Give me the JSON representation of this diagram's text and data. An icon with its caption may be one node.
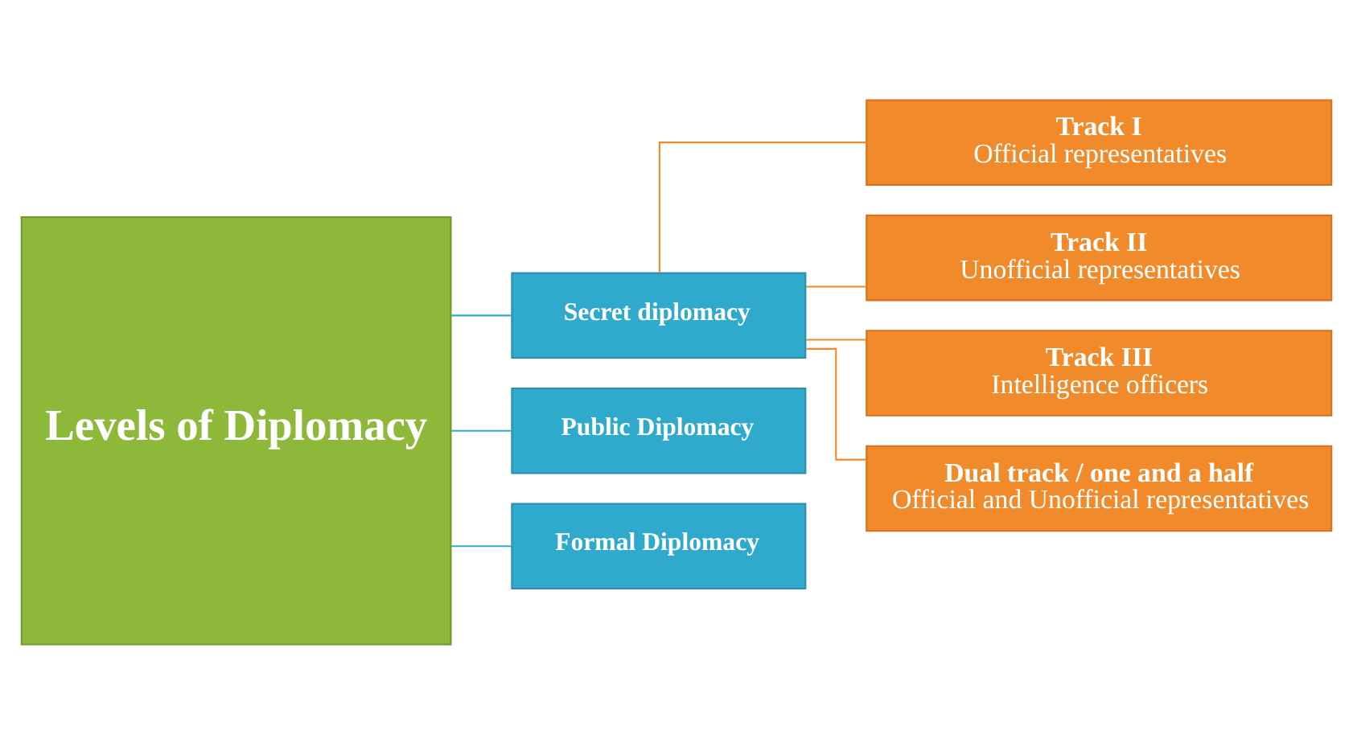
{
  "diagram": {
    "nodes": [
      {
        "text": [
          "Levels of Diplomacy"
        ]
      },
      {
        "text": [
          "Secret diplomacy"
        ]
      },
      {
        "text": [
          "Public Diplomacy"
        ]
      },
      {
        "text": [
          "Formal Diplomacy"
        ]
      },
      {
        "text": [
          "Track I",
          "Official representatives"
        ]
      },
      {
        "text": [
          "Track II",
          "Unofficial representatives"
        ]
      },
      {
        "text": [
          "Track III",
          "Intelligence officers"
        ]
      },
      {
        "text": [
          "Dual track / one and a half",
          "Official and Unofficial representatives"
        ]
      }
    ],
    "edges": [
      {
        "from": 0,
        "to": 1,
        "arrow": "none",
        "color": "#2fa9cc"
      },
      {
        "from": 0,
        "to": 2,
        "arrow": "none",
        "color": "#2fa9cc"
      },
      {
        "from": 0,
        "to": 3,
        "arrow": "none",
        "color": "#2fa9cc"
      },
      {
        "from": 1,
        "to": 4,
        "arrow": "none"
      },
      {
        "from": 1,
        "to": 5,
        "arrow": "none"
      },
      {
        "from": 1,
        "to": 6,
        "arrow": "none"
      },
      {
        "from": 1,
        "to": 7,
        "arrow": "none"
      }
    ]
  }
}
